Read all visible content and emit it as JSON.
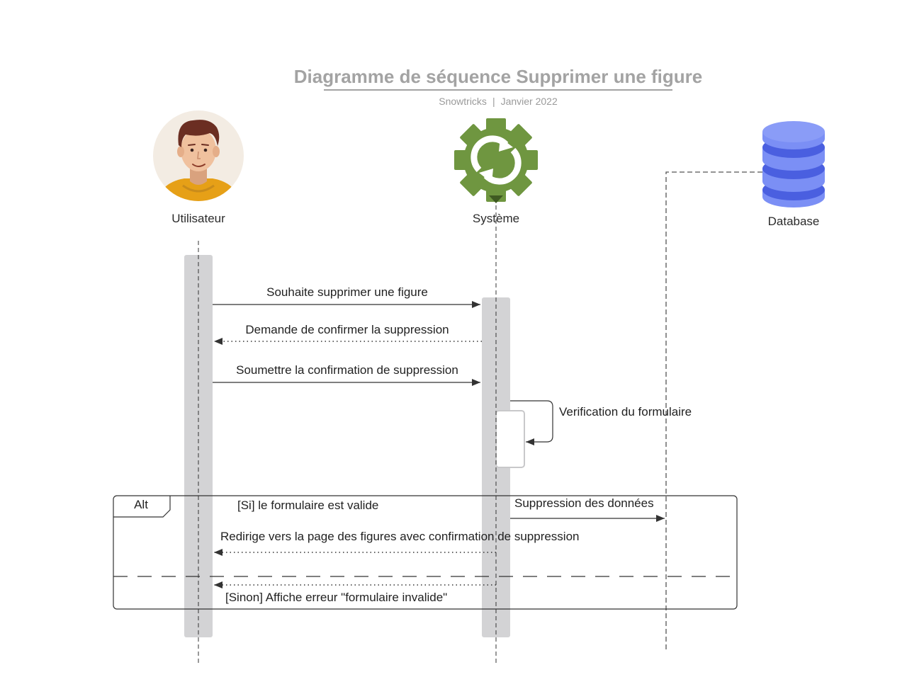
{
  "diagram": {
    "title": "Diagramme de séquence Supprimer une figure",
    "subtitle_left": "Snowtricks",
    "subtitle_sep": "|",
    "subtitle_right": "Janvier 2022",
    "actors": [
      {
        "label": "Utilisateur",
        "icon": "user-avatar-icon"
      },
      {
        "label": "Système",
        "icon": "gear-sync-icon"
      },
      {
        "label": "Database",
        "icon": "database-icon"
      }
    ],
    "messages": [
      {
        "text": "Souhaite supprimer une figure",
        "style": "solid"
      },
      {
        "text": "Demande de confirmer la suppression",
        "style": "dotted"
      },
      {
        "text": "Soumettre la confirmation de suppression",
        "style": "solid"
      },
      {
        "text": "Verification du formulaire",
        "style": "self"
      },
      {
        "text": "Suppression des données",
        "style": "solid"
      },
      {
        "text": "Redirige vers la page des figures avec confirmation de suppression",
        "style": "dotted"
      },
      {
        "text": "[Sinon] Affiche erreur \"formulaire invalide\"",
        "style": "dotted"
      }
    ],
    "alt_frame": {
      "tag": "Alt",
      "guard": "[Si] le formulaire est valide"
    },
    "colors": {
      "title": "#a3a3a3",
      "activation": "#d3d3d5",
      "gear": "#6f9640",
      "database": "#7b8ff5",
      "database_dark": "#4a5fe0"
    }
  }
}
